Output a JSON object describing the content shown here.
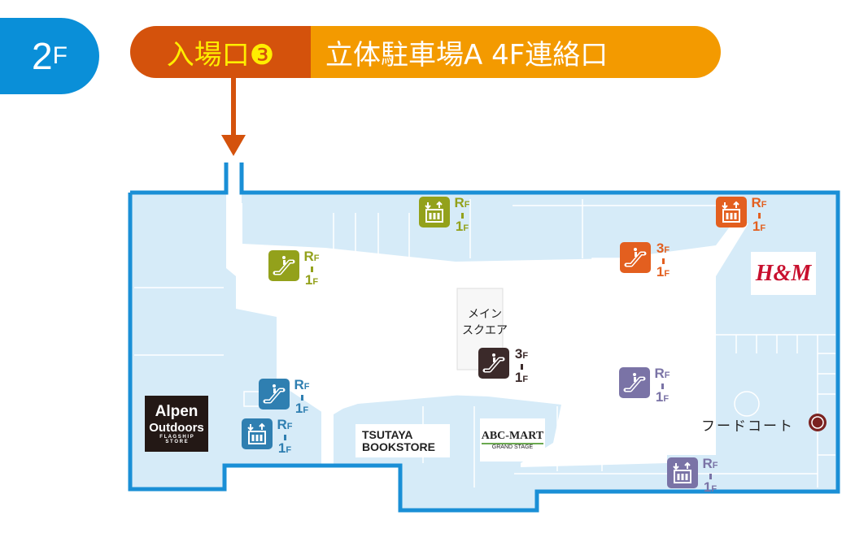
{
  "floor": {
    "number": "2",
    "unit": "F",
    "color": "#0a8fd8"
  },
  "banner": {
    "entrance": "入場口❸",
    "destination": "立体駐車場A 4F連絡口",
    "entrance_color": "#d4520c",
    "destination_color": "#f39a00"
  },
  "areas": {
    "main_square": "メイン\nスクエア",
    "food_court": "フードコート"
  },
  "shops": {
    "alpen": {
      "line1": "Alpen",
      "line2": "Outdoors",
      "line3": "F L A G S H I P",
      "line4": "S T O R E"
    },
    "tsutaya": {
      "line1": "TSUTAYA",
      "line2": "BOOKSTORE"
    },
    "abc": {
      "line1": "ABC-MART",
      "line2": "GRAND STAGE"
    },
    "hm": {
      "name": "H&M"
    }
  },
  "lifts": [
    {
      "type": "elevator",
      "color": "#93a11b",
      "top": "R",
      "bottom": "1"
    },
    {
      "type": "escalator",
      "color": "#93a11b",
      "top": "R",
      "bottom": "1"
    },
    {
      "type": "escalator",
      "color": "#e35f1f",
      "top": "3",
      "bottom": "1"
    },
    {
      "type": "elevator",
      "color": "#e35f1f",
      "top": "R",
      "bottom": "1"
    },
    {
      "type": "escalator",
      "color": "#3b2a2a",
      "top": "3",
      "bottom": "1"
    },
    {
      "type": "escalator",
      "color": "#2f7fb1",
      "top": "R",
      "bottom": "1"
    },
    {
      "type": "elevator",
      "color": "#2f7fb1",
      "top": "R",
      "bottom": "1"
    },
    {
      "type": "escalator",
      "color": "#7a73a6",
      "top": "R",
      "bottom": "1"
    },
    {
      "type": "elevator",
      "color": "#7a73a6",
      "top": "R",
      "bottom": "1"
    }
  ],
  "floor_suffix": "F"
}
